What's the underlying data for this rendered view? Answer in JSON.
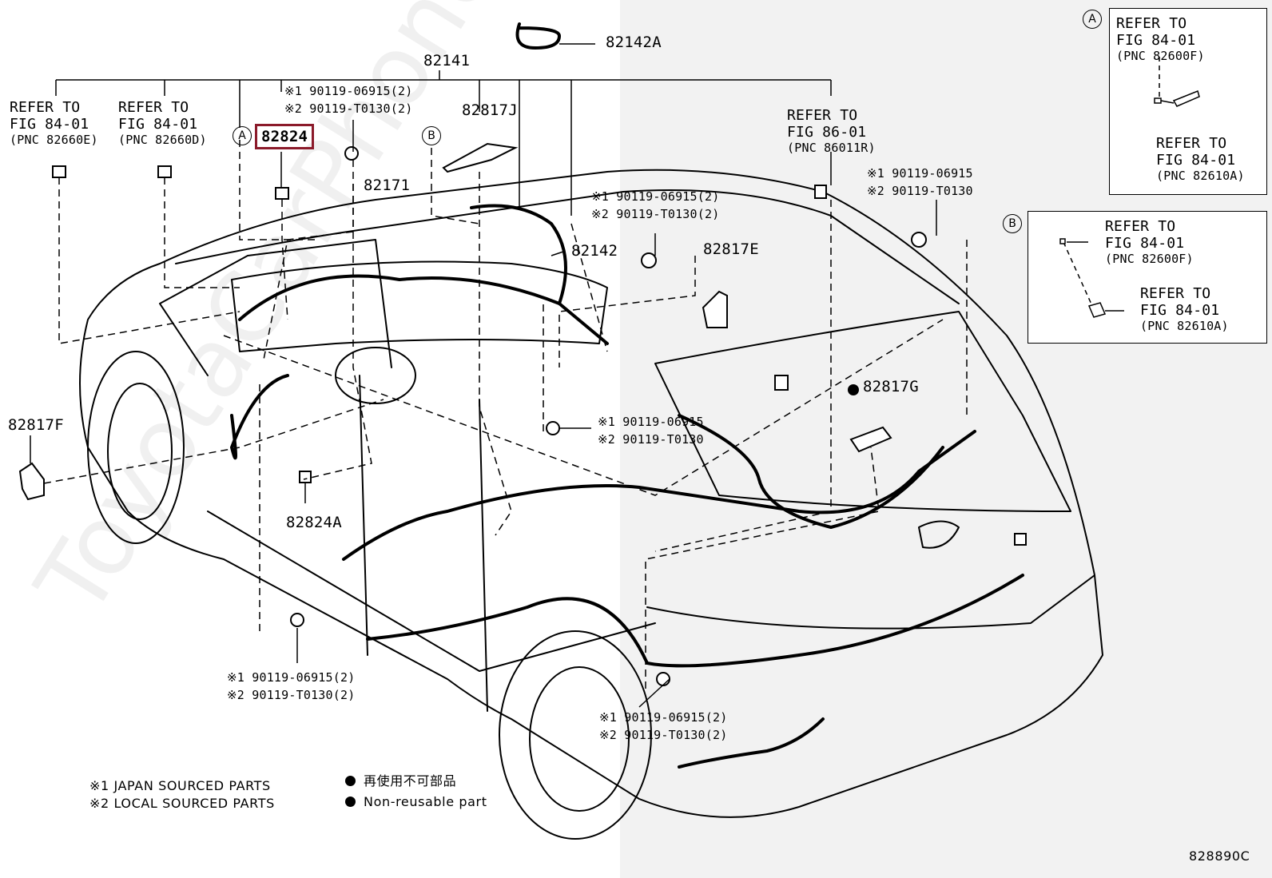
{
  "watermark": "ToyotaCarPhone.ru",
  "diagram_code": "828890C",
  "parts": {
    "p82142A": "82142A",
    "p82141": "82141",
    "p82824": "82824",
    "p82171": "82171",
    "p82817J": "82817J",
    "p82142": "82142",
    "p82817E": "82817E",
    "p82817F": "82817F",
    "p82824A": "82824A",
    "p82817G": "82817G"
  },
  "fasteners": {
    "top_center": {
      "j": "※1 90119-06915(2)",
      "l": "※2 90119-T0130(2)"
    },
    "mid_upper": {
      "j": "※1 90119-06915(2)",
      "l": "※2 90119-T0130(2)"
    },
    "right_upper": {
      "j": "※1 90119-06915",
      "l": "※2 90119-T0130"
    },
    "center": {
      "j": "※1 90119-06915",
      "l": "※2 90119-T0130"
    },
    "bottom_left": {
      "j": "※1 90119-06915(2)",
      "l": "※2 90119-T0130(2)"
    },
    "bottom_center": {
      "j": "※1 90119-06915(2)",
      "l": "※2 90119-T0130(2)"
    }
  },
  "refs": {
    "r1": {
      "l1": "REFER TO",
      "l2": "FIG 84-01",
      "l3": "(PNC 82660E)"
    },
    "r2": {
      "l1": "REFER TO",
      "l2": "FIG 84-01",
      "l3": "(PNC 82660D)"
    },
    "r3": {
      "l1": "REFER TO",
      "l2": "FIG 86-01",
      "l3": "(PNC 86011R)"
    }
  },
  "insets": {
    "A": {
      "tag": "A",
      "top": {
        "l1": "REFER TO",
        "l2": "FIG 84-01",
        "l3": "(PNC 82600F)"
      },
      "bottom": {
        "l1": "REFER TO",
        "l2": "FIG 84-01",
        "l3": "(PNC 82610A)"
      }
    },
    "B": {
      "tag": "B",
      "top": {
        "l1": "REFER TO",
        "l2": "FIG 84-01",
        "l3": "(PNC 82600F)"
      },
      "bottom": {
        "l1": "REFER TO",
        "l2": "FIG 84-01",
        "l3": "(PNC 82610A)"
      }
    }
  },
  "callouts": {
    "A": "A",
    "B": "B"
  },
  "legend": {
    "japan": "※1 JAPAN SOURCED PARTS",
    "local": "※2 LOCAL SOURCED PARTS",
    "nonreuse_jp": "再使用不可部品",
    "nonreuse_en": "Non-reusable part"
  },
  "colors": {
    "highlight": "#8b1a2a",
    "right_panel": "#f2f2f2"
  }
}
